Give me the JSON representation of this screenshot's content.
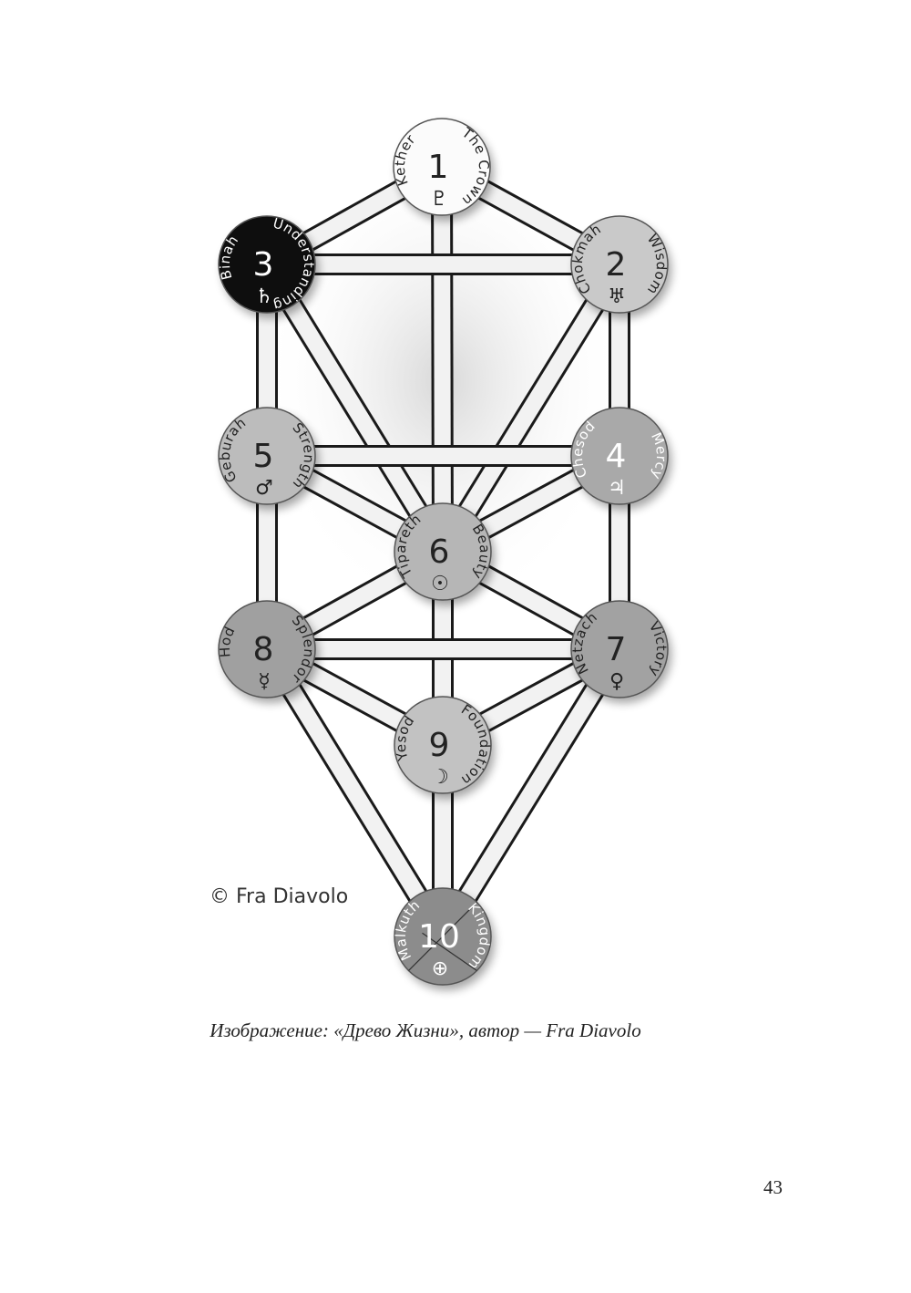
{
  "diagram": {
    "copyright": "© Fra Diavolo",
    "nodes": [
      {
        "number": "1",
        "name": "Kether",
        "meaning": "The Crown",
        "symbol": "♇",
        "fill": "#fbfbfb",
        "text": "#222222"
      },
      {
        "number": "2",
        "name": "Chokmah",
        "meaning": "Wisdom",
        "symbol": "♅",
        "fill": "#c9c9c9",
        "text": "#222222"
      },
      {
        "number": "3",
        "name": "Binah",
        "meaning": "Understanding",
        "symbol": "♄",
        "fill": "#0e0e0e",
        "text": "#ffffff"
      },
      {
        "number": "4",
        "name": "Chesod",
        "meaning": "Mercy",
        "symbol": "♃",
        "fill": "#a9a9a9",
        "text": "#ffffff"
      },
      {
        "number": "5",
        "name": "Geburah",
        "meaning": "Strength",
        "symbol": "♂",
        "fill": "#bcbcbc",
        "text": "#222222"
      },
      {
        "number": "6",
        "name": "Tipareth",
        "meaning": "Beauty",
        "symbol": "☉",
        "fill": "#b6b6b6",
        "text": "#222222"
      },
      {
        "number": "7",
        "name": "Netzach",
        "meaning": "Victory",
        "symbol": "♀",
        "fill": "#a2a2a2",
        "text": "#222222"
      },
      {
        "number": "8",
        "name": "Hod",
        "meaning": "Splendor",
        "symbol": "☿",
        "fill": "#a0a0a0",
        "text": "#222222"
      },
      {
        "number": "9",
        "name": "Yesod",
        "meaning": "Foundation",
        "symbol": "☽",
        "fill": "#c2c2c2",
        "text": "#222222"
      },
      {
        "number": "10",
        "name": "Malkuth",
        "meaning": "Kingdom",
        "symbol": "⊕",
        "fill": "#8c8c8c",
        "text": "#ffffff"
      }
    ],
    "paths": [
      [
        1,
        2
      ],
      [
        1,
        3
      ],
      [
        1,
        6
      ],
      [
        2,
        3
      ],
      [
        2,
        4
      ],
      [
        2,
        6
      ],
      [
        3,
        5
      ],
      [
        3,
        6
      ],
      [
        4,
        5
      ],
      [
        4,
        6
      ],
      [
        4,
        7
      ],
      [
        5,
        6
      ],
      [
        5,
        8
      ],
      [
        6,
        7
      ],
      [
        6,
        8
      ],
      [
        6,
        9
      ],
      [
        7,
        8
      ],
      [
        7,
        9
      ],
      [
        7,
        10
      ],
      [
        8,
        9
      ],
      [
        8,
        10
      ],
      [
        9,
        10
      ]
    ]
  },
  "caption": "Изображение: «Древо Жизни», автор — Fra Diavolo",
  "page_number": "43"
}
